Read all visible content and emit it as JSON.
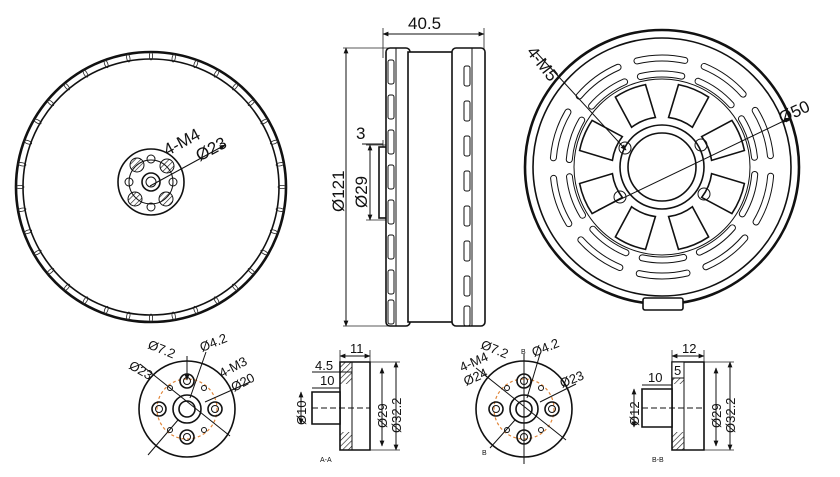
{
  "front_view": {
    "hole_callout": "4-M4",
    "diameter_callout": "Ø23"
  },
  "side_view": {
    "width_dim": "40.5",
    "outer_diameter": "Ø121",
    "shaft_diameter": "Ø29",
    "step_dim": "3"
  },
  "rear_view": {
    "hole_callout": "4-M5",
    "diameter_callout": "Ø50"
  },
  "detail_a_front": {
    "bore_diameter": "Ø7.2",
    "pin_hole": "Ø4.2",
    "outer_circle": "Ø23",
    "thread_callout": "4-M3",
    "pitch_circle": "Ø20"
  },
  "section_a": {
    "dim_total": "11",
    "dim_step": "4.5",
    "dim_depth": "10",
    "shaft_diameter": "Ø10",
    "inner_diameter": "Ø29",
    "outer_diameter": "Ø32.2",
    "section_label": "A-A"
  },
  "detail_b_front": {
    "bore_diameter": "Ø7.2",
    "pin_hole": "Ø4.2",
    "thread_callout": "4-M4",
    "pitch_circle": "Ø24",
    "outer_circle": "Ø23",
    "marker_top": "B",
    "marker_bottom": "B"
  },
  "section_b": {
    "dim_total": "12",
    "dim_step": "5",
    "dim_depth": "10",
    "shaft_diameter": "Ø12",
    "inner_diameter": "Ø29",
    "outer_diameter": "Ø32.2",
    "section_label": "B-B"
  }
}
